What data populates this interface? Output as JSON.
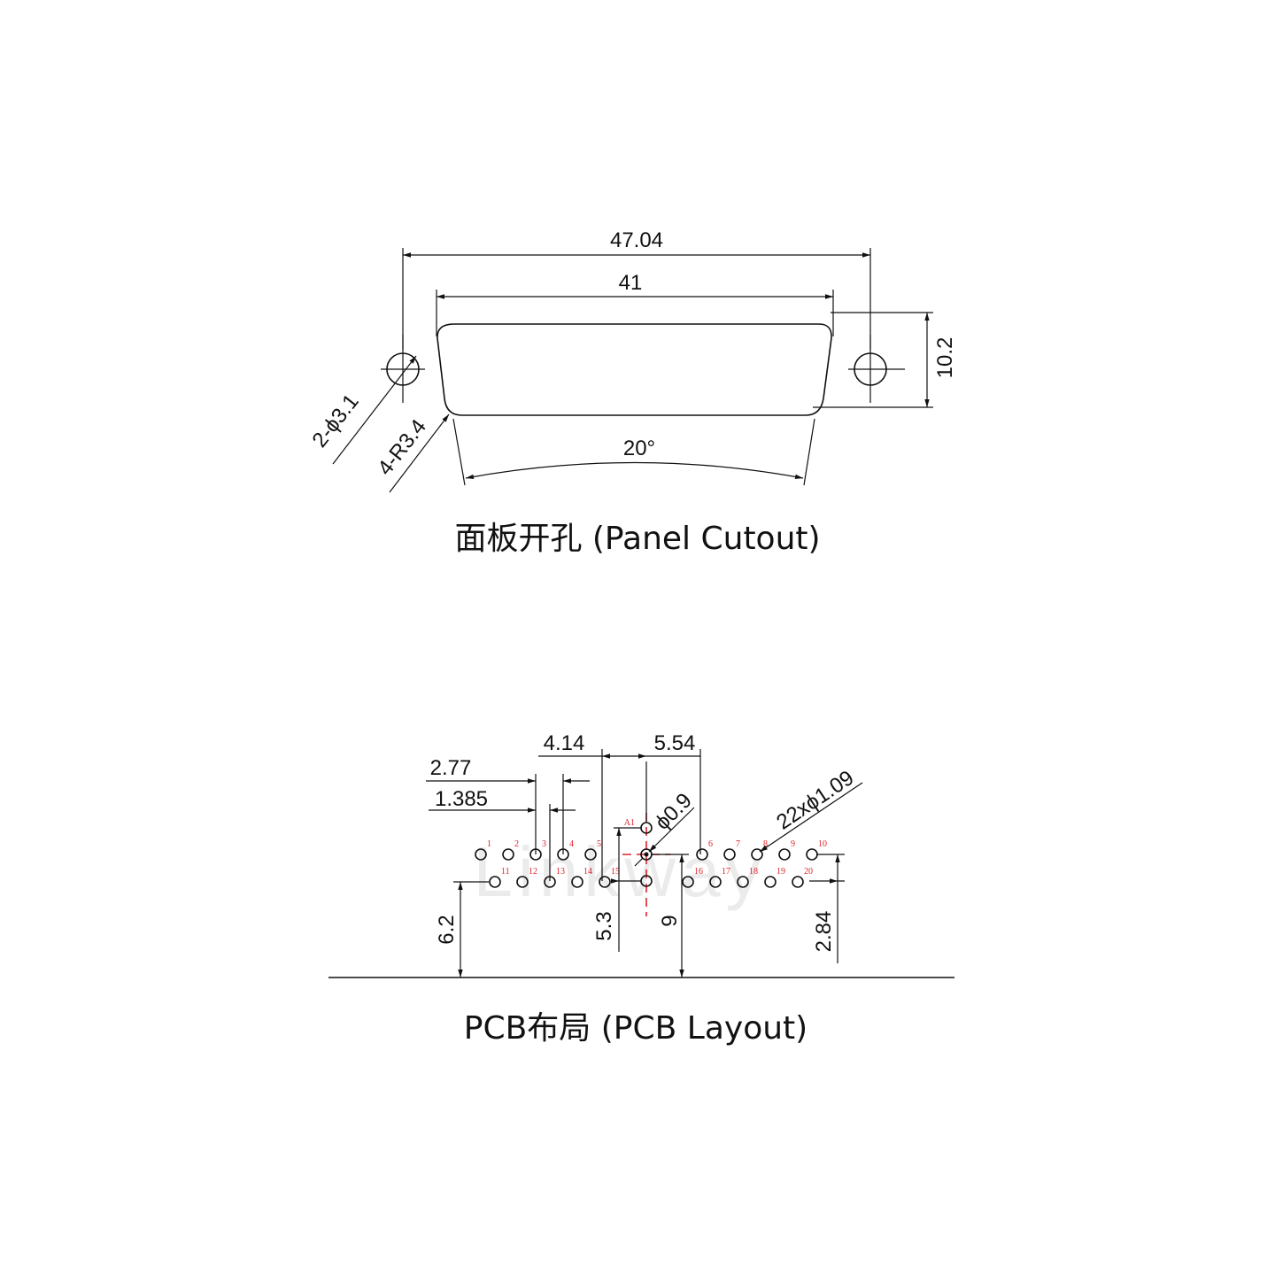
{
  "panel_cutout": {
    "caption": "面板开孔 (Panel Cutout)",
    "dim_overall_width": "47.04",
    "dim_cutout_width": "41",
    "dim_height": "10.2",
    "dim_hole": "2-ϕ3.1",
    "dim_radius": "4-R3.4",
    "dim_angle": "20°"
  },
  "pcb_layout": {
    "caption": "PCB布局 (PCB Layout)",
    "dim_pitch_4_14": "4.14",
    "dim_pitch_5_54": "5.54",
    "dim_pitch_2_77": "2.77",
    "dim_pitch_1_385": "1.385",
    "dim_signal_hole": "22xϕ1.09",
    "dim_power_hole": "ϕ0.9",
    "dim_6_2": "6.2",
    "dim_5_3": "5.3",
    "dim_9": "9",
    "dim_2_84": "2.84",
    "coax_label": "A1",
    "top_row_pins": [
      "1",
      "2",
      "3",
      "4",
      "5",
      "6",
      "7",
      "8",
      "9",
      "10"
    ],
    "bottom_row_pins": [
      "11",
      "12",
      "13",
      "14",
      "15",
      "16",
      "17",
      "18",
      "19",
      "20"
    ],
    "watermark": "Linkway"
  },
  "colors": {
    "line": "#111111",
    "pin_label": "#e0202a",
    "centerline": "#e0202a"
  }
}
